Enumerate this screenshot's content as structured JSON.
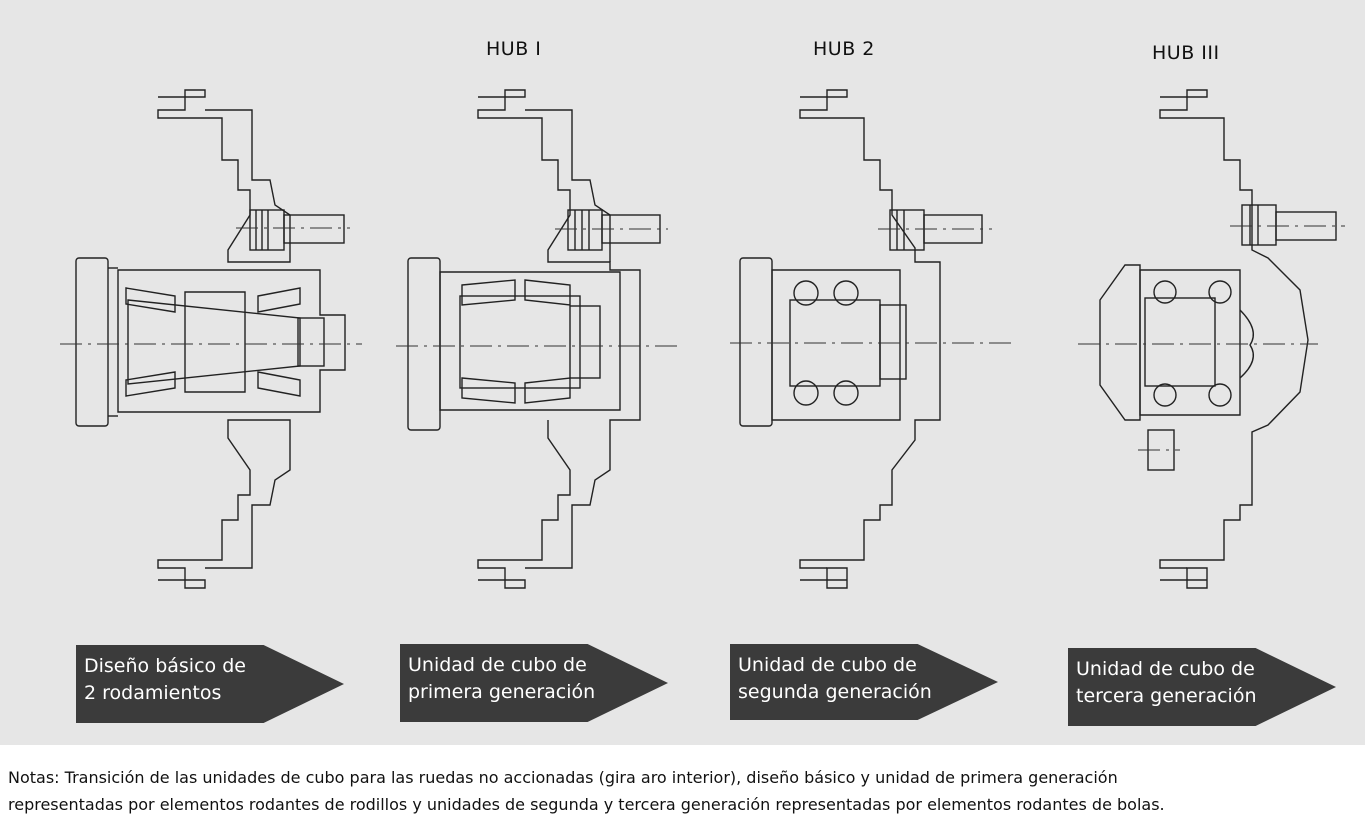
{
  "titles": {
    "hub1": "HUB I",
    "hub2": "HUB 2",
    "hub3": "HUB III"
  },
  "stages": [
    {
      "line1": "Diseño básico de",
      "line2": "2 rodamientos"
    },
    {
      "line1": "Unidad de cubo de",
      "line2": "primera generación"
    },
    {
      "line1": "Unidad de cubo de",
      "line2": "segunda generación"
    },
    {
      "line1": "Unidad de cubo de",
      "line2": "tercera generación"
    }
  ],
  "notes": {
    "line1": "Notas: Transición de las unidades de cubo para las ruedas no accionadas (gira aro interior),  diseño básico y unidad de primera generación",
    "line2": "representadas por elementos rodantes de rodillos y unidades de segunda y tercera generación representadas por elementos rodantes de bolas."
  },
  "colors": {
    "panel": "#e6e6e6",
    "arrow": "#3b3b3b",
    "line": "#222222"
  }
}
